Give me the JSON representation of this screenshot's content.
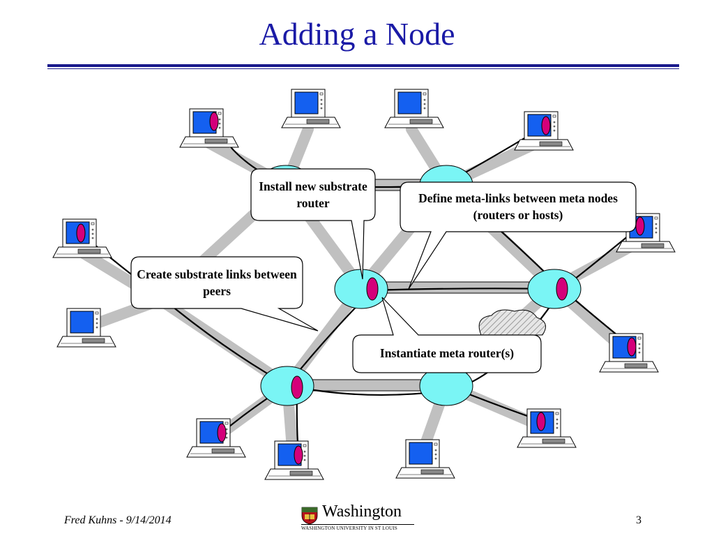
{
  "slide": {
    "title": "Adding a Node"
  },
  "callouts": {
    "install": "Install new substrate router",
    "define": "Define meta-links between meta nodes (routers or hosts)",
    "create": "Create substrate links between peers",
    "instantiate": "Instantiate meta router(s)"
  },
  "footer": {
    "author_date": "Fred Kuhns - 9/14/2014",
    "page_number": "3",
    "logo_name": "Washington",
    "logo_subtitle": "WASHINGTON UNIVERSITY IN ST LOUIS"
  },
  "colors": {
    "title": "#1a1aa6",
    "router_fill": "#7af5f5",
    "meta_node": "#d4007a",
    "screen": "#1460f0",
    "link_gray": "#c0c0c0"
  },
  "icons": [
    "router-icon",
    "meta-router-icon",
    "host-computer-icon",
    "cloud-icon",
    "shield-icon"
  ]
}
